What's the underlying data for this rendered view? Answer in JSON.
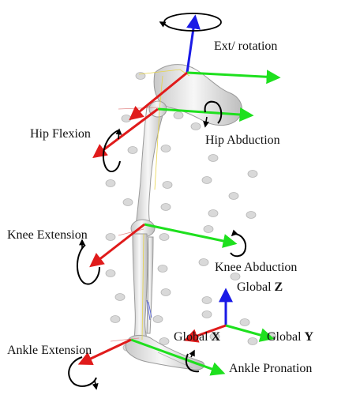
{
  "labels": {
    "ext_rotation": "Ext/ rotation",
    "hip_flexion": "Hip Flexion",
    "hip_abduction": "Hip Abduction",
    "knee_extension": "Knee Extension",
    "knee_abduction": "Knee Abduction",
    "global_z_prefix": "Global ",
    "global_z_axis": "Z",
    "global_x_prefix": "Global ",
    "global_x_axis": "X",
    "global_y_prefix": "Global ",
    "global_y_axis": "Y",
    "ankle_extension": "Ankle Extension",
    "ankle_pronation": "Ankle Pronation"
  },
  "colors": {
    "x_axis": "#e01b1b",
    "y_axis": "#1ee01e",
    "z_axis": "#1a1ae6",
    "rotation_arrow": "#000000",
    "bone": "#eeeeee",
    "marker": "#d8d8d8"
  }
}
